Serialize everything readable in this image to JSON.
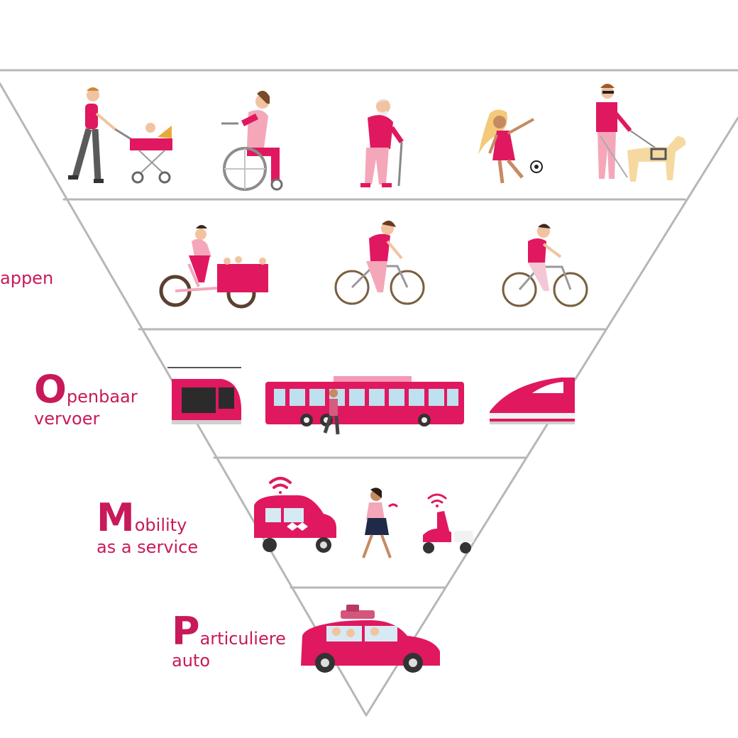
{
  "levels": [
    {
      "id": "lopen",
      "letter": "",
      "line1": "",
      "line2": ""
    },
    {
      "id": "fietsen",
      "letter": "",
      "line1": "appen",
      "line2": ""
    },
    {
      "id": "openbaar",
      "letter": "O",
      "line1": "penbaar",
      "line2": "vervoer"
    },
    {
      "id": "mobility",
      "letter": "M",
      "line1": "obility",
      "line2": "as a service"
    },
    {
      "id": "particuliere",
      "letter": "P",
      "line1": "articuliere",
      "line2": "auto"
    }
  ],
  "colors": {
    "accent": "#e0185f",
    "text": "#c8195a",
    "line": "#b7b7b7",
    "skin": "#f2c3a0",
    "hair": "#7a4a2a"
  },
  "figures": {
    "row1": [
      "person-with-stroller",
      "wheelchair-user",
      "elderly-person-with-cane",
      "child-playing-football",
      "blind-person-with-guide-dog"
    ],
    "row2": [
      "cargo-bike",
      "cyclist-woman",
      "cyclist-man"
    ],
    "row3": [
      "tram",
      "bus",
      "pedestrian",
      "high-speed-train"
    ],
    "row4": [
      "shared-car",
      "woman-with-phone",
      "shared-scooter"
    ],
    "row5": [
      "private-car"
    ]
  }
}
